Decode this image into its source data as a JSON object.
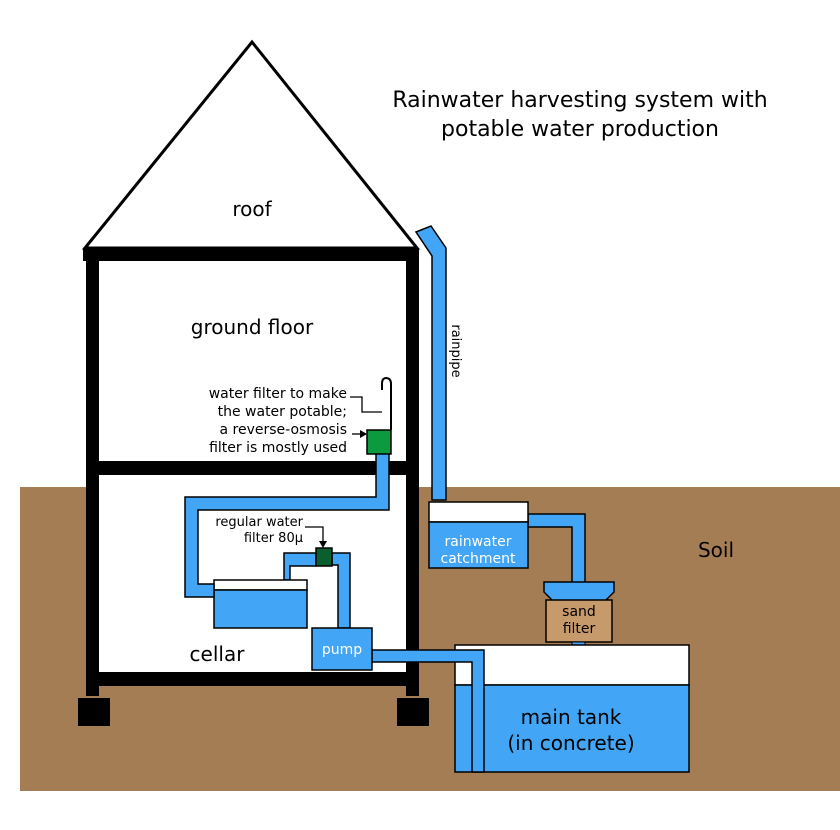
{
  "title": {
    "line1": "Rainwater harvesting system with",
    "line2": "potable water production"
  },
  "labels": {
    "roof": "roof",
    "ground_floor": "ground floor",
    "cellar": "cellar",
    "soil": "Soil",
    "rainpipe": "rainpipe",
    "pump": "pump",
    "rainwater_catchment_1": "rainwater",
    "rainwater_catchment_2": "catchment",
    "sand_filter_1": "sand",
    "sand_filter_2": "filter",
    "main_tank_1": "main tank",
    "main_tank_2": "(in concrete)",
    "regular_filter_1": "regular water",
    "regular_filter_2": "filter 80µ",
    "potable_filter_1": "water filter to make",
    "potable_filter_2": "the water potable;",
    "potable_filter_3": "a reverse-osmosis",
    "potable_filter_4": "filter is mostly used"
  },
  "colors": {
    "soil": "#a47d55",
    "water": "#42a5f5",
    "filter_green": "#0b9a3e",
    "filter_dark_green": "#0b5e2e",
    "sand": "#c79a6c",
    "structure": "#000000"
  }
}
